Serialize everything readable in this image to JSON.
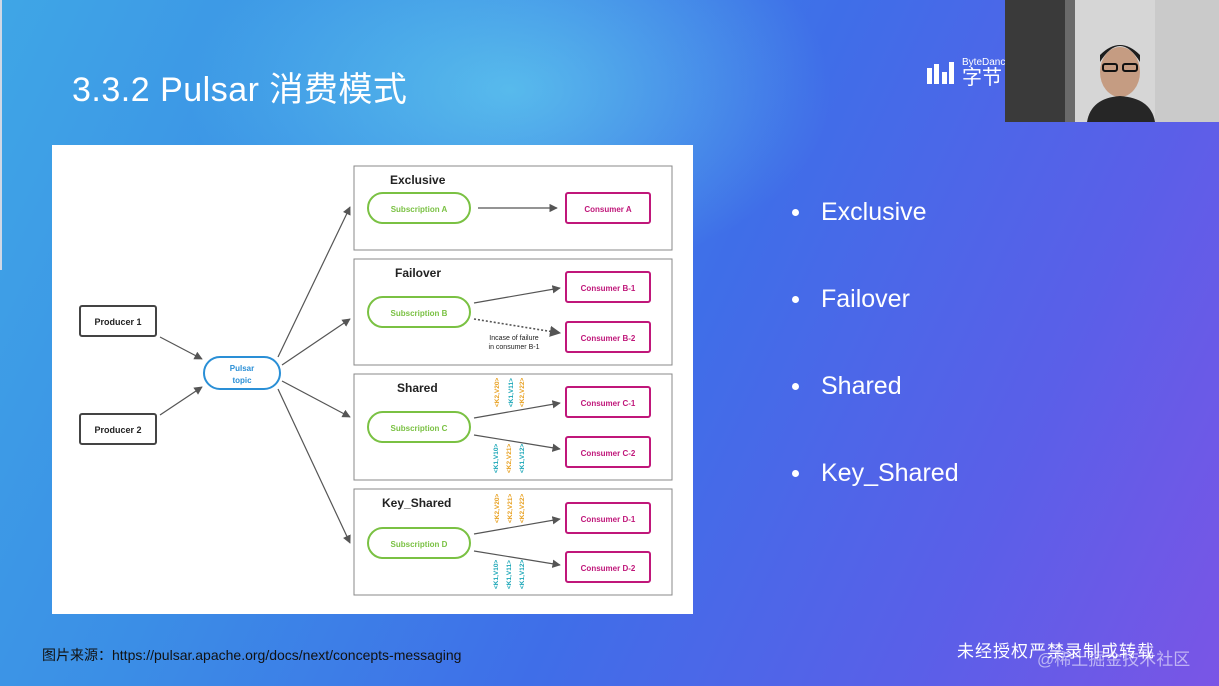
{
  "slide": {
    "title": "3.3.2 Pulsar 消费模式",
    "logo": {
      "brand_small": "ByteDanc",
      "brand_cn": "字节"
    },
    "bullets": [
      "Exclusive",
      "Failover",
      "Shared",
      "Key_Shared"
    ],
    "source": "图片来源：https://pulsar.apache.org/docs/next/concepts-messaging",
    "watermark": "未经授权严禁录制或转载",
    "community": "@稀土掘金技术社区"
  },
  "diagram": {
    "producers": [
      "Producer 1",
      "Producer 2"
    ],
    "topic_line1": "Pulsar",
    "topic_line2": "topic",
    "modes": [
      {
        "name": "Exclusive",
        "subscription": "Subscription A",
        "consumers": [
          "Consumer A"
        ]
      },
      {
        "name": "Failover",
        "subscription": "Subscription B",
        "consumers": [
          "Consumer B-1",
          "Consumer B-2"
        ],
        "note_line1": "Incase of failure",
        "note_line2": "in consumer B-1"
      },
      {
        "name": "Shared",
        "subscription": "Subscription C",
        "consumers": [
          "Consumer C-1",
          "Consumer C-2"
        ],
        "messages_top": [
          "<K2,V20>",
          "<K1,V11>",
          "<K2,V22>"
        ],
        "messages_bottom": [
          "<K1,V10>",
          "<K2,V21>",
          "<K1,V12>"
        ]
      },
      {
        "name": "Key_Shared",
        "subscription": "Subscription D",
        "consumers": [
          "Consumer D-1",
          "Consumer D-2"
        ],
        "messages_top": [
          "<K2,V20>",
          "<K2,V21>",
          "<K2,V22>"
        ],
        "messages_bottom": [
          "<K1,V10>",
          "<K1,V11>",
          "<K1,V12>"
        ]
      }
    ],
    "colors": {
      "producer_border": "#444444",
      "topic": "#2a8fd6",
      "subscription": "#7ac143",
      "consumer": "#c0177a",
      "msg_orange": "#e8a020",
      "msg_teal": "#1aa6b7"
    }
  }
}
